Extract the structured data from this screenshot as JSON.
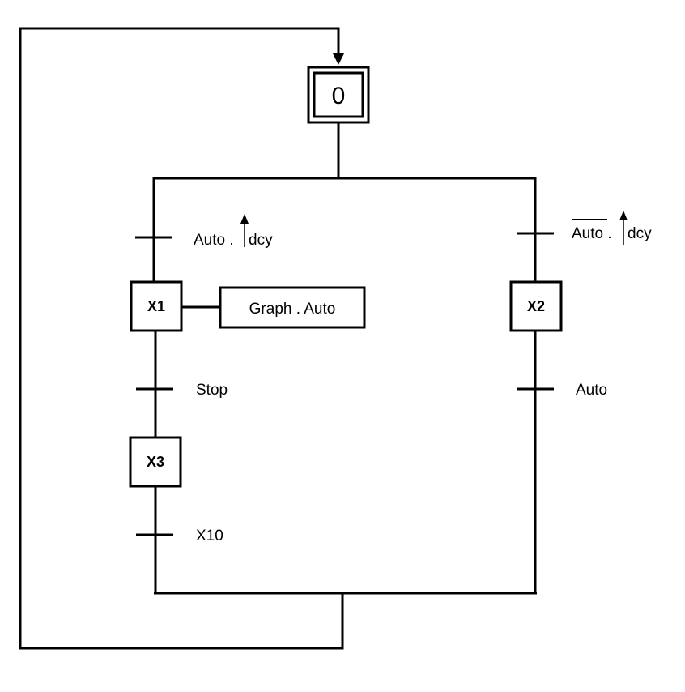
{
  "steps": {
    "initial": "0",
    "x1": "X1",
    "x2": "X2",
    "x3": "X3"
  },
  "action_x1": "Graph . Auto",
  "transitions": {
    "t_left_top": {
      "main": "Auto . ",
      "suffix": "dcy"
    },
    "t_right_top": {
      "overlined": "Auto",
      "mid": " . ",
      "suffix": "dcy"
    },
    "t_left_mid": "Stop",
    "t_right_mid": "Auto",
    "t_left_bottom": "X10"
  }
}
